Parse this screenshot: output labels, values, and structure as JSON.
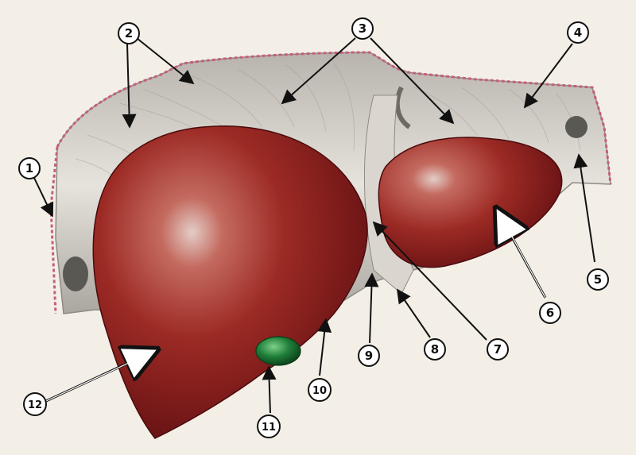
{
  "diagram": {
    "colors": {
      "background": "#f3efe6",
      "organ_dark": "#5e0e11",
      "organ_mid": "#9c2a24",
      "organ_light": "#e3cdc7",
      "membrane": "#d6d3cc",
      "membrane_edge": "#c4607a",
      "gallbladder": "#1f7f3a"
    },
    "callouts": [
      {
        "label": "1"
      },
      {
        "label": "2"
      },
      {
        "label": "3"
      },
      {
        "label": "4"
      },
      {
        "label": "5"
      },
      {
        "label": "6"
      },
      {
        "label": "7"
      },
      {
        "label": "8"
      },
      {
        "label": "9"
      },
      {
        "label": "10"
      },
      {
        "label": "11"
      },
      {
        "label": "12"
      }
    ]
  }
}
